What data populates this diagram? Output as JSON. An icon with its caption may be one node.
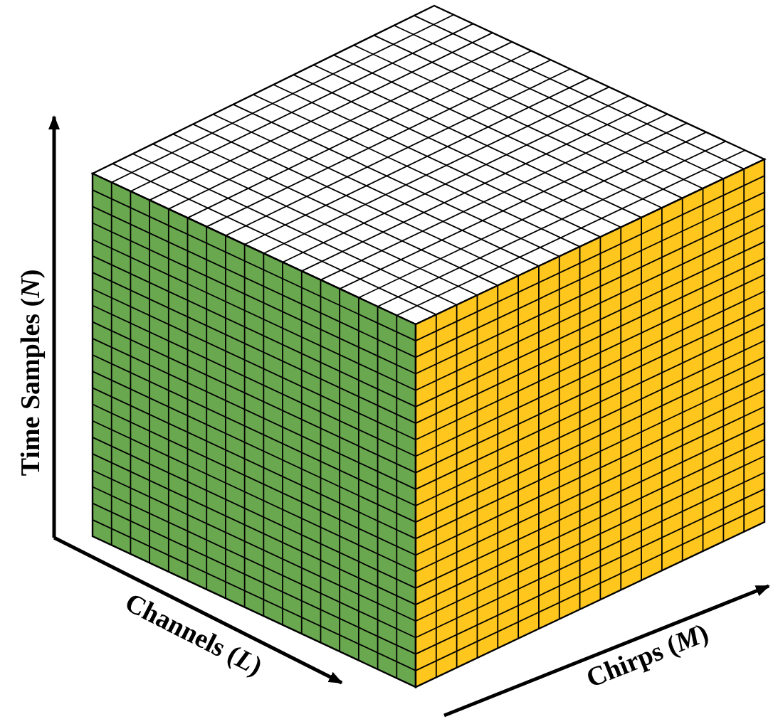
{
  "diagram": {
    "labels": [
      "Time Samples (*N*)",
      "Channels (*L*)",
      "Chirps (*M*)"
    ]
  }
}
